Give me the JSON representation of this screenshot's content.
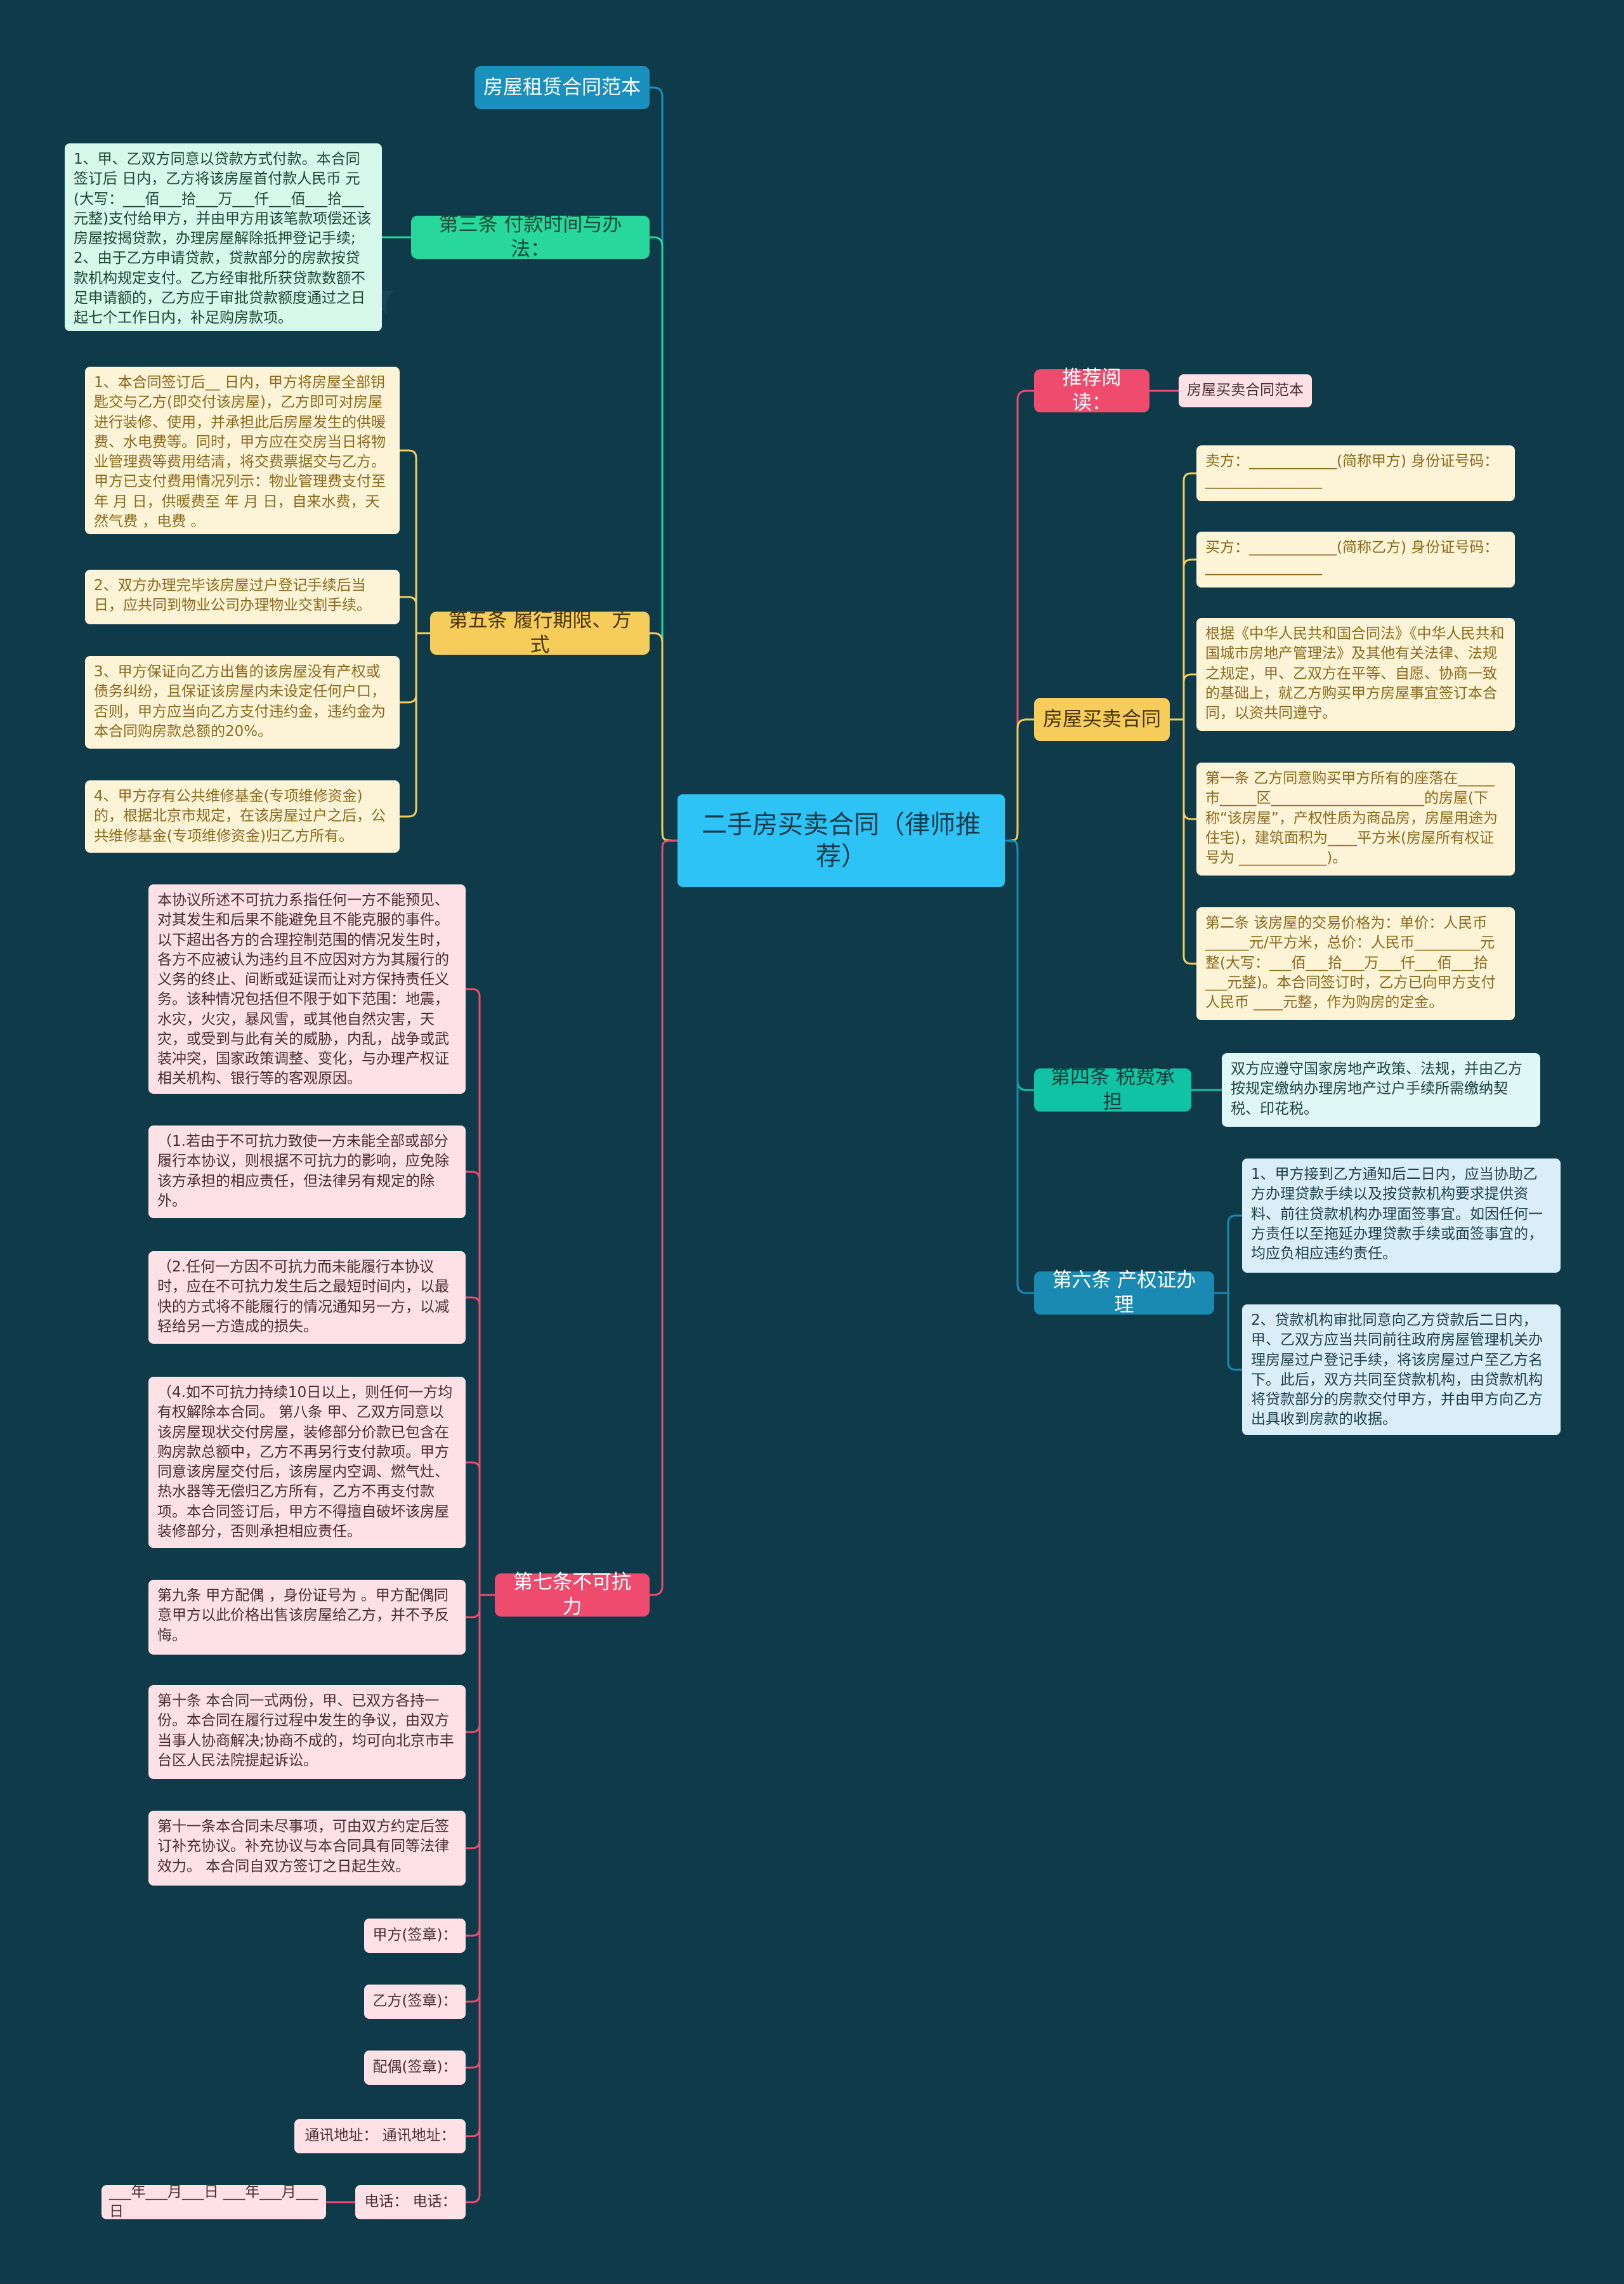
{
  "root": {
    "title": "二手房买卖合同（律师推荐）"
  },
  "left": {
    "rent_template": {
      "label": "房屋租赁合同范本"
    },
    "art3": {
      "label": "第三条 付款时间与办法：",
      "leaf": "1、甲、乙双方同意以贷款方式付款。本合同签订后 日内，乙方将该房屋首付款人民币 元(大写：___佰___拾___万___仟___佰___拾___元整)支付给甲方，并由甲方用该笔款项偿还该房屋按揭贷款，办理房屋解除抵押登记手续; 2、由于乙方申请贷款，贷款部分的房款按贷款机构规定支付。乙方经审批所获贷款数额不足申请额的，乙方应于审批贷款额度通过之日起七个工作日内，补足购房款项。"
    },
    "art5": {
      "label": "第五条 履行期限、方式",
      "leaves": [
        "1、本合同签订后__ 日内，甲方将房屋全部钥匙交与乙方(即交付该房屋)，乙方即可对房屋进行装修、使用，并承担此后房屋发生的供暖费、水电费等。同时，甲方应在交房当日将物业管理费等费用结清，将交费票据交与乙方。 甲方已支付费用情况列示：物业管理费支付至 年 月 日，供暖费至 年 月 日，自来水费，天然气费 ，电费 。",
        "2、双方办理完毕该房屋过户登记手续后当日，应共同到物业公司办理物业交割手续。",
        "3、甲方保证向乙方出售的该房屋没有产权或债务纠纷，且保证该房屋内未设定任何户口，否则，甲方应当向乙方支付违约金，违约金为本合同购房款总额的20%。",
        "4、甲方存有公共维修基金(专项维修资金)的，根据北京市规定，在该房屋过户之后，公共维修基金(专项维修资金)归乙方所有。"
      ]
    },
    "art7": {
      "label": "第七条不可抗力",
      "leaves": [
        "本协议所述不可抗力系指任何一方不能预见、对其发生和后果不能避免且不能克服的事件。以下超出各方的合理控制范围的情况发生时，各方不应被认为违约且不应因对方为其履行的义务的终止、间断或延误而让对方保持责任义务。该种情况包括但不限于如下范围：地震，水灾，火灾，暴风雪，或其他自然灾害，天灾，或受到与此有关的威胁，内乱，战争或武装冲突，国家政策调整、变化，与办理产权证相关机构、银行等的客观原因。",
        "（1.若由于不可抗力致使一方未能全部或部分履行本协议，则根据不可抗力的影响，应免除该方承担的相应责任，但法律另有规定的除外。",
        "（2.任何一方因不可抗力而未能履行本协议时，应在不可抗力发生后之最短时间内，以最快的方式将不能履行的情况通知另一方，以减轻给另一方造成的损失。",
        "（4.如不可抗力持续10日以上，则任何一方均有权解除本合同。 第八条 甲、乙双方同意以该房屋现状交付房屋，装修部分价款已包含在购房款总额中，乙方不再另行支付款项。甲方同意该房屋交付后，该房屋内空调、燃气灶、热水器等无偿归乙方所有，乙方不再支付款项。本合同签订后，甲方不得擅自破坏该房屋装修部分，否则承担相应责任。",
        "第九条 甲方配偶 ，身份证号为 。甲方配偶同意甲方以此价格出售该房屋给乙方，并不予反悔。",
        "第十条 本合同一式两份，甲、已双方各持一份。本合同在履行过程中发生的争议，由双方当事人协商解决;协商不成的，均可向北京市丰台区人民法院提起诉讼。",
        "第十一条本合同未尽事项，可由双方约定后签订补充协议。补充协议与本合同具有同等法律效力。 本合同自双方签订之日起生效。",
        "甲方(签章)：",
        "乙方(签章)：",
        "配偶(签章)：",
        "通讯地址： 通讯地址：",
        "电话： 电话："
      ],
      "date_leaf": "___年___月___日 ___年___月___日"
    }
  },
  "right": {
    "recommend": {
      "label": "推荐阅读：",
      "leaf": "房屋买卖合同范本"
    },
    "house": {
      "label": "房屋买卖合同",
      "leaves": [
        "卖方：____________(简称甲方) 身份证号码：________________",
        "买方：____________(简称乙方) 身份证号码：________________",
        "根据《中华人民共和国合同法》《中华人民共和国城市房地产管理法》及其他有关法律、法规之规定，甲、乙双方在平等、自愿、协商一致的基础上，就乙方购买甲方房屋事宜签订本合同，以资共同遵守。",
        "第一条 乙方同意购买甲方所有的座落在_____市_____区_____________________的房屋(下称“该房屋”，产权性质为商品房，房屋用途为住宅)，建筑面积为____平方米(房屋所有权证号为 ____________)。",
        "第二条 该房屋的交易价格为：单价：人民币______元/平方米，总价：人民币_________元整(大写：___佰___拾___万___仟___佰___拾___元整)。本合同签订时，乙方已向甲方支付人民币 ____元整，作为购房的定金。"
      ]
    },
    "art4": {
      "label": "第四条 税费承担",
      "leaf": "双方应遵守国家房地产政策、法规，并由乙方按规定缴纳办理房地产过户手续所需缴纳契税、印花税。"
    },
    "art6": {
      "label": "第六条 产权证办理",
      "leaves": [
        "1、甲方接到乙方通知后二日内，应当协助乙方办理贷款手续以及按贷款机构要求提供资料、前往贷款机构办理面签事宜。如因任何一方责任以至拖延办理贷款手续或面签事宜的，均应负相应违约责任。",
        "2、贷款机构审批同意向乙方贷款后二日内，甲、乙双方应当共同前往政府房屋管理机关办理房屋过户登记手续，将该房屋过户至乙方名下。此后，双方共同至贷款机构，由贷款机构将贷款部分的房款交付甲方，并由甲方向乙方出具收到房款的收据。"
      ]
    }
  },
  "colors": {
    "background": "#0f3a4a",
    "root": "#2dc3f5",
    "blue": "#1b8fbd",
    "green": "#27d79b",
    "yellow": "#f6cd5a",
    "red": "#ee4b6e",
    "teal": "#10c3a5",
    "sky": "#1a8ab2"
  }
}
